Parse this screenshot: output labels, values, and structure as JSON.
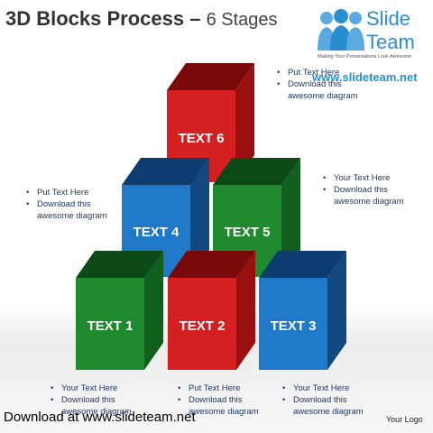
{
  "title": {
    "main": "3D Blocks Process",
    "dash": " – ",
    "sub": "6 Stages"
  },
  "logo": {
    "word1": "Slide",
    "word2": "Team",
    "tagline": "Making Your Presentations Look Awesome",
    "url": "www.slideteam.net"
  },
  "blocks": [
    {
      "label": "TEXT 1",
      "color": "#1f8a2e"
    },
    {
      "label": "TEXT 2",
      "color": "#d42020"
    },
    {
      "label": "TEXT 3",
      "color": "#1f78c8"
    },
    {
      "label": "TEXT 4",
      "color": "#1f78c8"
    },
    {
      "label": "TEXT 5",
      "color": "#1f8a2e"
    },
    {
      "label": "TEXT 6",
      "color": "#d42020"
    }
  ],
  "notes": {
    "top_right": [
      "Put Text Here",
      "Download this",
      "awesome diagram"
    ],
    "left": [
      "Put Text Here",
      "Download this",
      "awesome diagram"
    ],
    "right": [
      "Your Text Here",
      "Download this",
      "awesome diagram"
    ],
    "bottom1": [
      "Your Text Here",
      "Download this",
      "awesome diagram"
    ],
    "bottom2": [
      "Put Text Here",
      "Download this",
      "awesome diagram"
    ],
    "bottom3": [
      "Your Text Here",
      "Download this",
      "awesome diagram"
    ]
  },
  "footer": {
    "download": "Download at www.slideteam.net",
    "logo": "Your Logo"
  }
}
